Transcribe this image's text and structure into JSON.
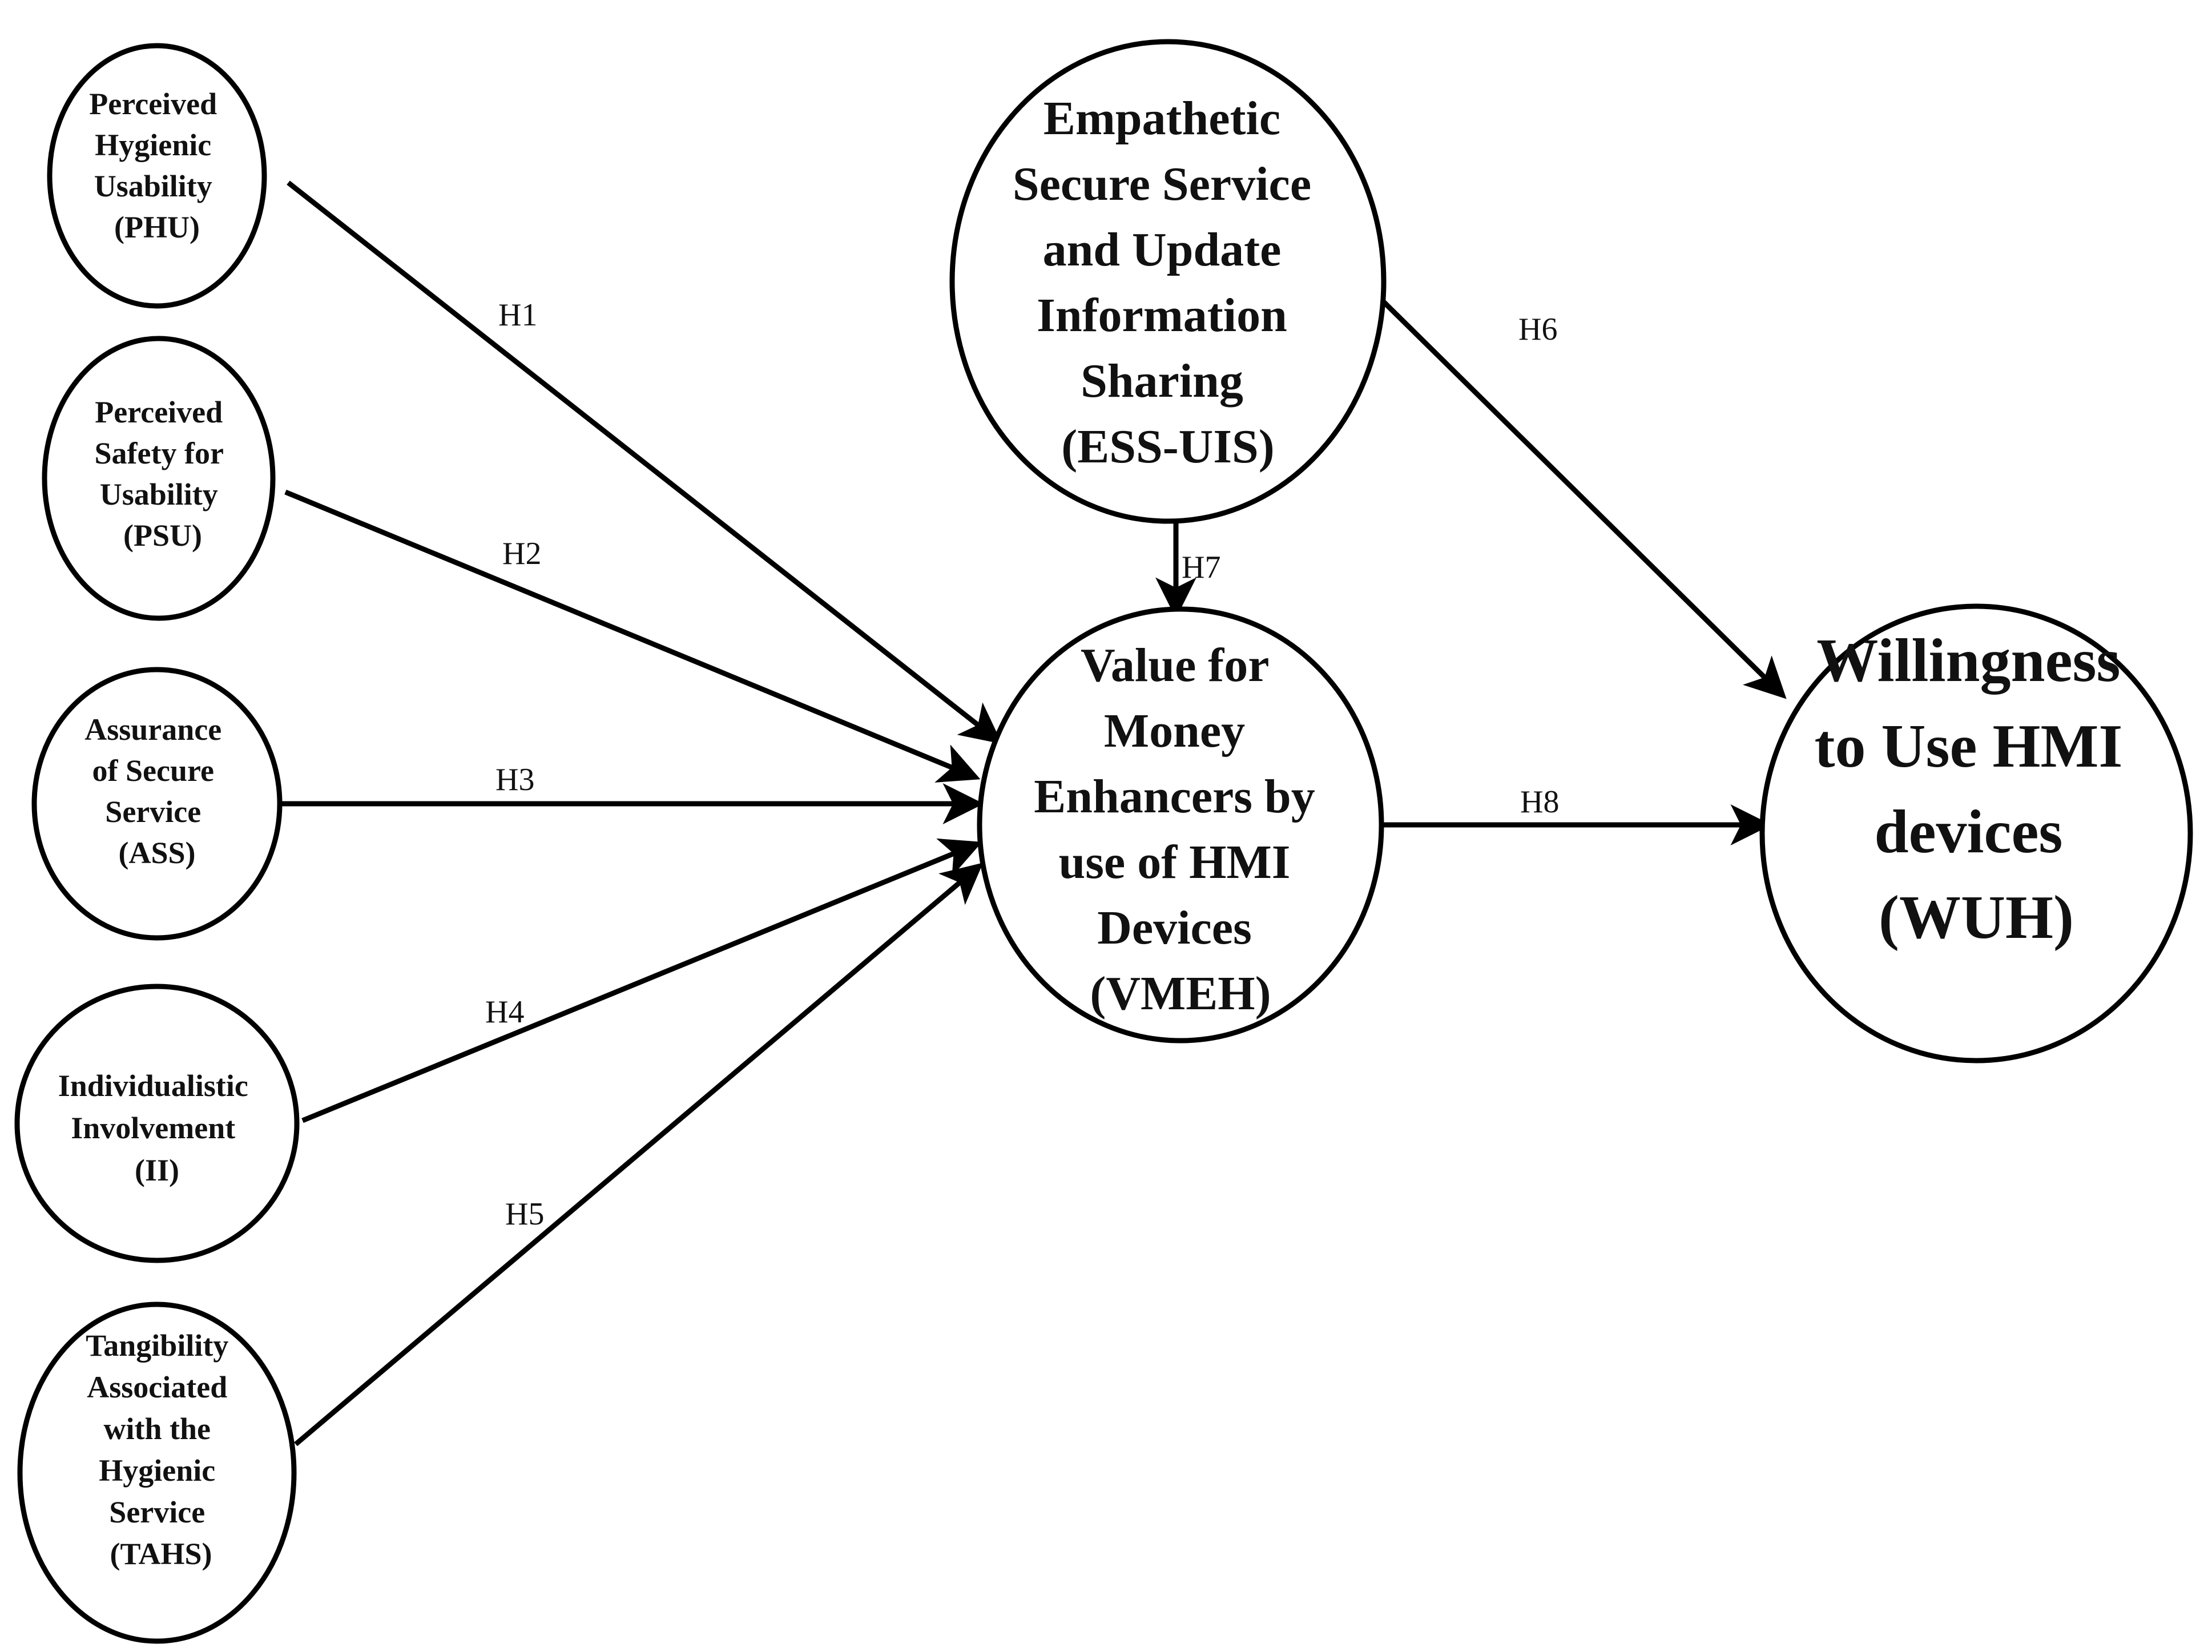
{
  "nodes": {
    "phu": {
      "lines": [
        "Perceived",
        "Hygienic",
        "Usability",
        "(PHU)"
      ]
    },
    "psu": {
      "lines": [
        "Perceived",
        "Safety for",
        "Usability",
        "(PSU)"
      ]
    },
    "ass": {
      "lines": [
        "Assurance",
        "of Secure",
        "Service",
        "(ASS)"
      ]
    },
    "ii": {
      "lines": [
        "Individualistic",
        "Involvement",
        "(II)"
      ]
    },
    "tahs": {
      "lines": [
        "Tangibility",
        "Associated",
        "with the",
        "Hygienic",
        "Service",
        "(TAHS)"
      ]
    },
    "essuis": {
      "lines": [
        "Empathetic",
        "Secure Service",
        "and Update",
        "Information",
        "Sharing",
        "(ESS-UIS)"
      ]
    },
    "vmeh": {
      "lines": [
        "Value for",
        "Money",
        "Enhancers by",
        "use of HMI",
        "Devices",
        "(VMEH)"
      ]
    },
    "wuh": {
      "lines": [
        "Willingness",
        "to Use HMI",
        "devices",
        "(WUH)"
      ]
    }
  },
  "hypotheses": {
    "h1": "H1",
    "h2": "H2",
    "h3": "H3",
    "h4": "H4",
    "h5": "H5",
    "h6": "H6",
    "h7": "H7",
    "h8": "H8"
  },
  "colors": {
    "stroke": "#000000",
    "background": "#ffffff"
  }
}
